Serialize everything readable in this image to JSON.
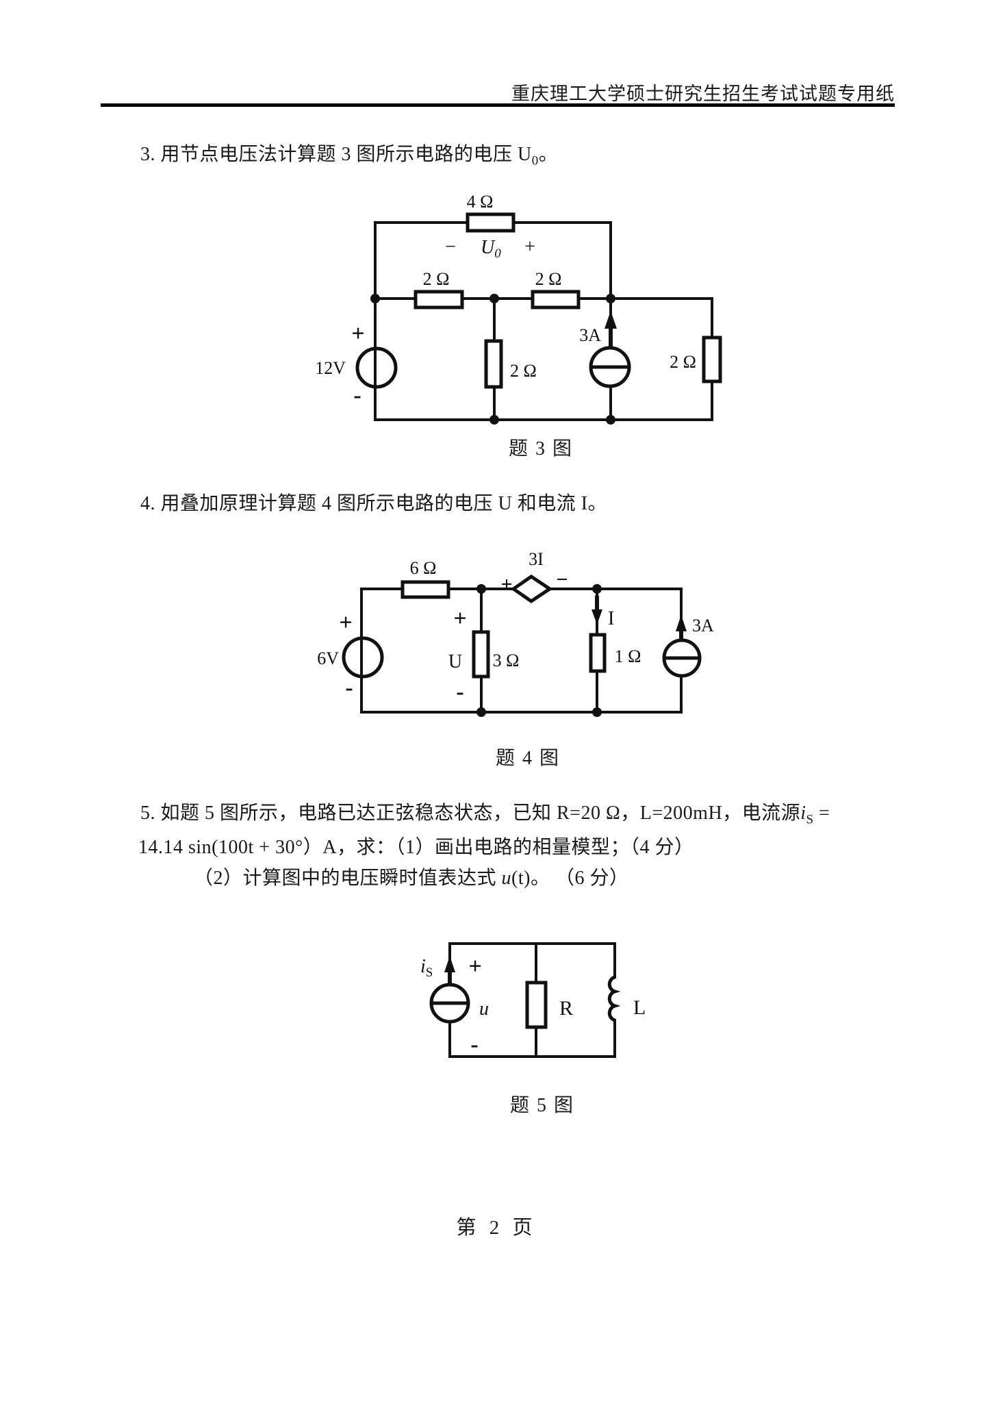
{
  "colors": {
    "paper": "#ffffff",
    "ink": "#1a1a1a",
    "line": "#000000"
  },
  "header": {
    "title": "重庆理工大学硕士研究生招生考试试题专用纸"
  },
  "questions": {
    "q3": {
      "pre": "3. 用节点电压法计算题 3 图所示电路的电压 U",
      "sub": "0",
      "post": "。"
    },
    "q4": {
      "text": "4. 用叠加原理计算题 4 图所示电路的电压 U 和电流 I。"
    },
    "q5": {
      "line1_pre": "5. 如题 5 图所示，电路已达正弦稳态状态，已知 R=20 Ω，L=200mH，电流源",
      "line1_var": "i",
      "line1_sub": "S",
      "line1_eq": " =",
      "line2": "14.14 sin(100t + 30°）A，求：（1）画出电路的相量模型；（4 分）",
      "line3_pre": "（2）计算图中的电压瞬时值表达式 ",
      "line3_var": "u",
      "line3_post": "(t)。 （6 分）"
    }
  },
  "circuit3": {
    "r_top": "4 Ω",
    "u0_minus": "−",
    "u0_main": "U",
    "u0_sub": "0",
    "u0_plus": "+",
    "r_series1": "2 Ω",
    "r_series2": "2 Ω",
    "v_plus": "+",
    "v_label": "12V",
    "v_minus": "-",
    "r_mid": "2 Ω",
    "i_label": "3A",
    "r_far": "2 Ω",
    "caption": "题 3 图"
  },
  "circuit4": {
    "r_series": "6 Ω",
    "dep_label": "3I",
    "dep_plus": "+",
    "dep_minus": "−",
    "v_plus": "+",
    "v_label": "6V",
    "v_minus": "-",
    "u_plus": "+",
    "u_label": "U",
    "u_minus": "-",
    "r_shunt1": "3 Ω",
    "i_label": "I",
    "r_shunt2": "1 Ω",
    "isrc_label": "3A",
    "caption": "题 4 图"
  },
  "circuit5": {
    "is_var": "i",
    "is_sub": "S",
    "u_plus": "+",
    "u_label": "u",
    "u_minus": "-",
    "r_label": "R",
    "l_label": "L",
    "caption": "题 5 图"
  },
  "footer": {
    "page": "第 2 页"
  }
}
